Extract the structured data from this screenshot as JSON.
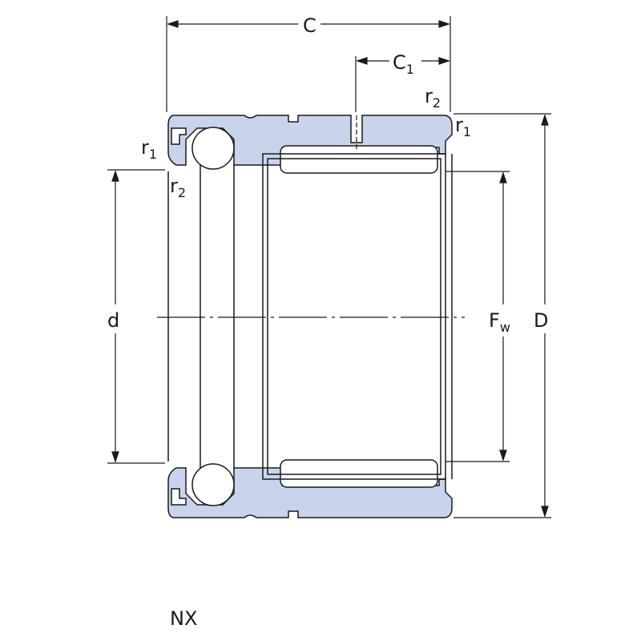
{
  "dimensions": {
    "width": "C",
    "width_inner": {
      "base": "C",
      "sub": "1"
    },
    "bore": "d",
    "outer": "D",
    "raceway": {
      "base": "F",
      "sub": "w"
    },
    "radius_1": {
      "base": "r",
      "sub": "1"
    },
    "radius_2": {
      "base": "r",
      "sub": "2"
    }
  },
  "designation": "NX",
  "colors": {
    "fill": "#c8d4ec",
    "line": "#1a1a1a"
  }
}
